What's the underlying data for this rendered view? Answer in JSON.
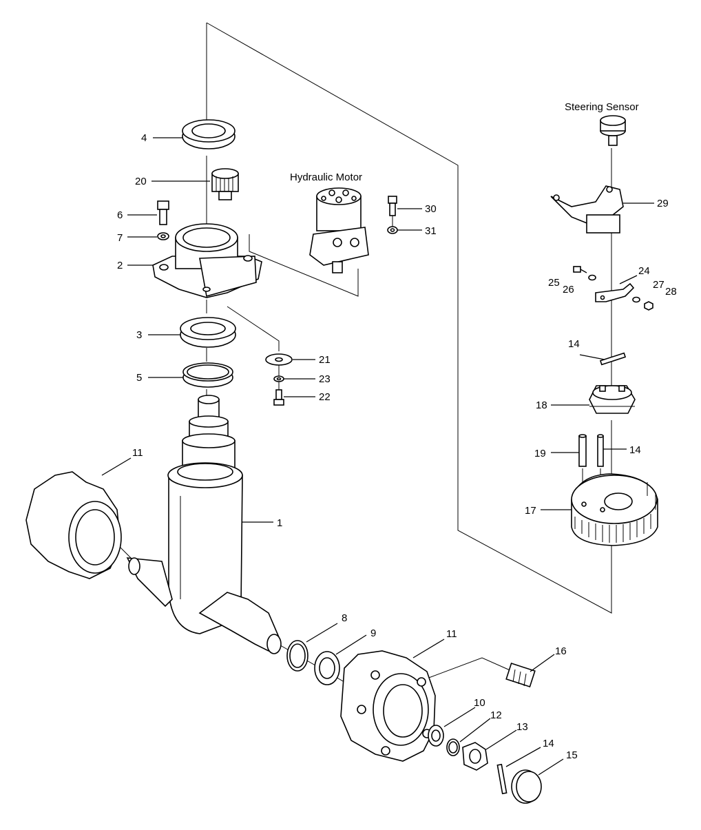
{
  "titles": {
    "steering_sensor": "Steering Sensor",
    "hydraulic_motor": "Hydraulic Motor"
  },
  "callouts": {
    "p1": "1",
    "p2": "2",
    "p3": "3",
    "p4": "4",
    "p5": "5",
    "p6": "6",
    "p7": "7",
    "p8": "8",
    "p9": "9",
    "p10": "10",
    "p11a": "11",
    "p11b": "11",
    "p12": "12",
    "p13": "13",
    "p14a": "14",
    "p14b": "14",
    "p14c": "14",
    "p15": "15",
    "p16": "16",
    "p17": "17",
    "p18": "18",
    "p19": "19",
    "p20": "20",
    "p21": "21",
    "p22": "22",
    "p23": "23",
    "p24": "24",
    "p25": "25",
    "p26": "26",
    "p27": "27",
    "p28": "28",
    "p29": "29",
    "p30": "30",
    "p31": "31"
  }
}
